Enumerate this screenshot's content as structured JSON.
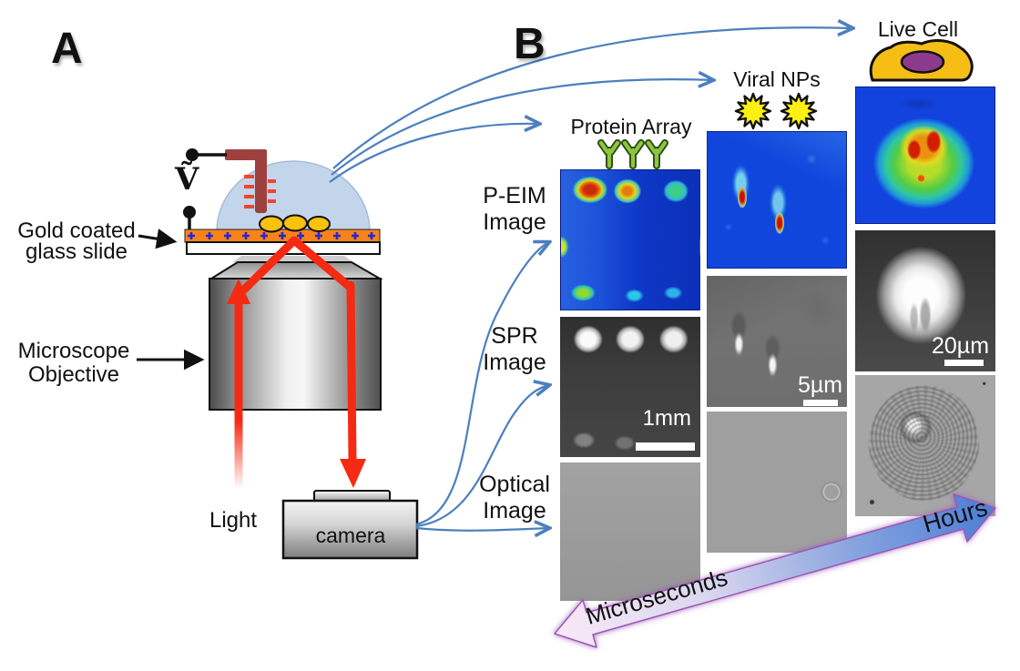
{
  "figure": {
    "panel_a_label": "A",
    "panel_b_label": "B"
  },
  "panel_a": {
    "voltage_symbol": "Ṽ",
    "gold_slide_label_line1": "Gold coated",
    "gold_slide_label_line2": "glass slide",
    "objective_label_line1": "Microscope",
    "objective_label_line2": "Objective",
    "light_label": "Light",
    "camera_label": "camera"
  },
  "panel_b": {
    "columns": [
      {
        "title": "Protein Array",
        "icon": "antibody-icons"
      },
      {
        "title": "Viral NPs",
        "icon": "starburst-icons"
      },
      {
        "title": "Live Cell",
        "icon": "cell-icon"
      }
    ],
    "row_labels": [
      {
        "line1": "P-EIM",
        "line2": "Image"
      },
      {
        "line1": "SPR",
        "line2": "Image"
      },
      {
        "line1": "Optical",
        "line2": "Image"
      }
    ],
    "scale_bars": {
      "protein_spr": "1mm",
      "viral_spr": "5µm",
      "cell_spr": "20µm"
    },
    "timeline": {
      "start_label": "Microseconds",
      "end_label": "Hours"
    }
  },
  "colors": {
    "arrow_blue": "#4C7FBF",
    "beam_red": "#F52A12",
    "gold_layer_orange": "#F8821B",
    "charge_plus_blue": "#2828CC",
    "droplet_blue": "#C3D5EA",
    "electrode_maroon": "#9E413E",
    "electrode_dash_red": "#F2442B",
    "particle_gold": "#F8C20E",
    "antibody_green": "#8CC640",
    "starburst_yellow": "#FBF013",
    "cell_body_orange": "#F6BE15",
    "cell_nucleus_purple": "#8C3A8C",
    "timeline_pink": "#F9E9F7",
    "timeline_blue": "#4E7FD0",
    "timeline_glow_purple": "#9B59B6"
  }
}
